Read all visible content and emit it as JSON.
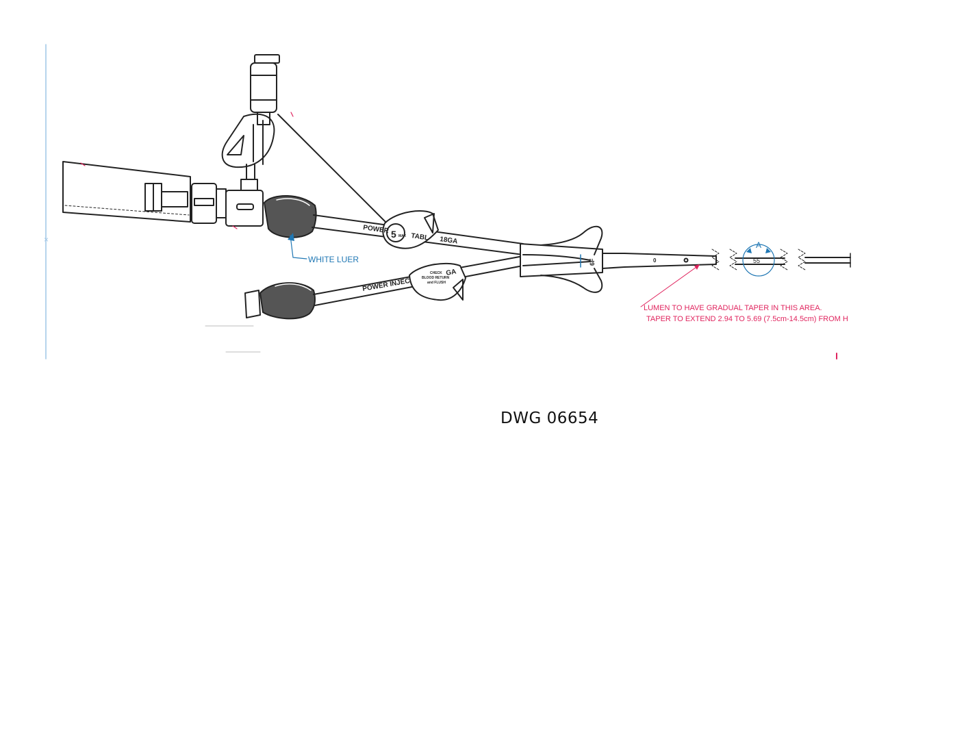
{
  "drawing": {
    "callouts": {
      "white_luer": "WHITE LUER",
      "lumen_note_line1": "LUMEN TO HAVE GRADUAL TAPER IN THIS AREA.",
      "lumen_note_line2": "TAPER TO EXTEND 2.94 TO 5.69 (7.5cm-14.5cm) FROM H"
    },
    "tube_prints": {
      "upper_left": "POWER",
      "upper_tab": "TABL",
      "upper_gauge": "18GA",
      "lower_left": "POWER INJEC",
      "lower_gauge": "GA",
      "clamp_badge_number": "5",
      "clamp_badge_text": "MAX",
      "lower_clamp_line1": "CHECK",
      "lower_clamp_line2": "BLOOD RETURN",
      "lower_clamp_line3": "and FLUSH",
      "hub_size": "6F",
      "depth_mark": "0"
    },
    "dimension": {
      "detail_letter": "A",
      "length_value": "55"
    },
    "colors": {
      "line": "#222222",
      "blue": "#1f77b4",
      "red": "#e0245e"
    }
  },
  "caption": "DWG 06654"
}
